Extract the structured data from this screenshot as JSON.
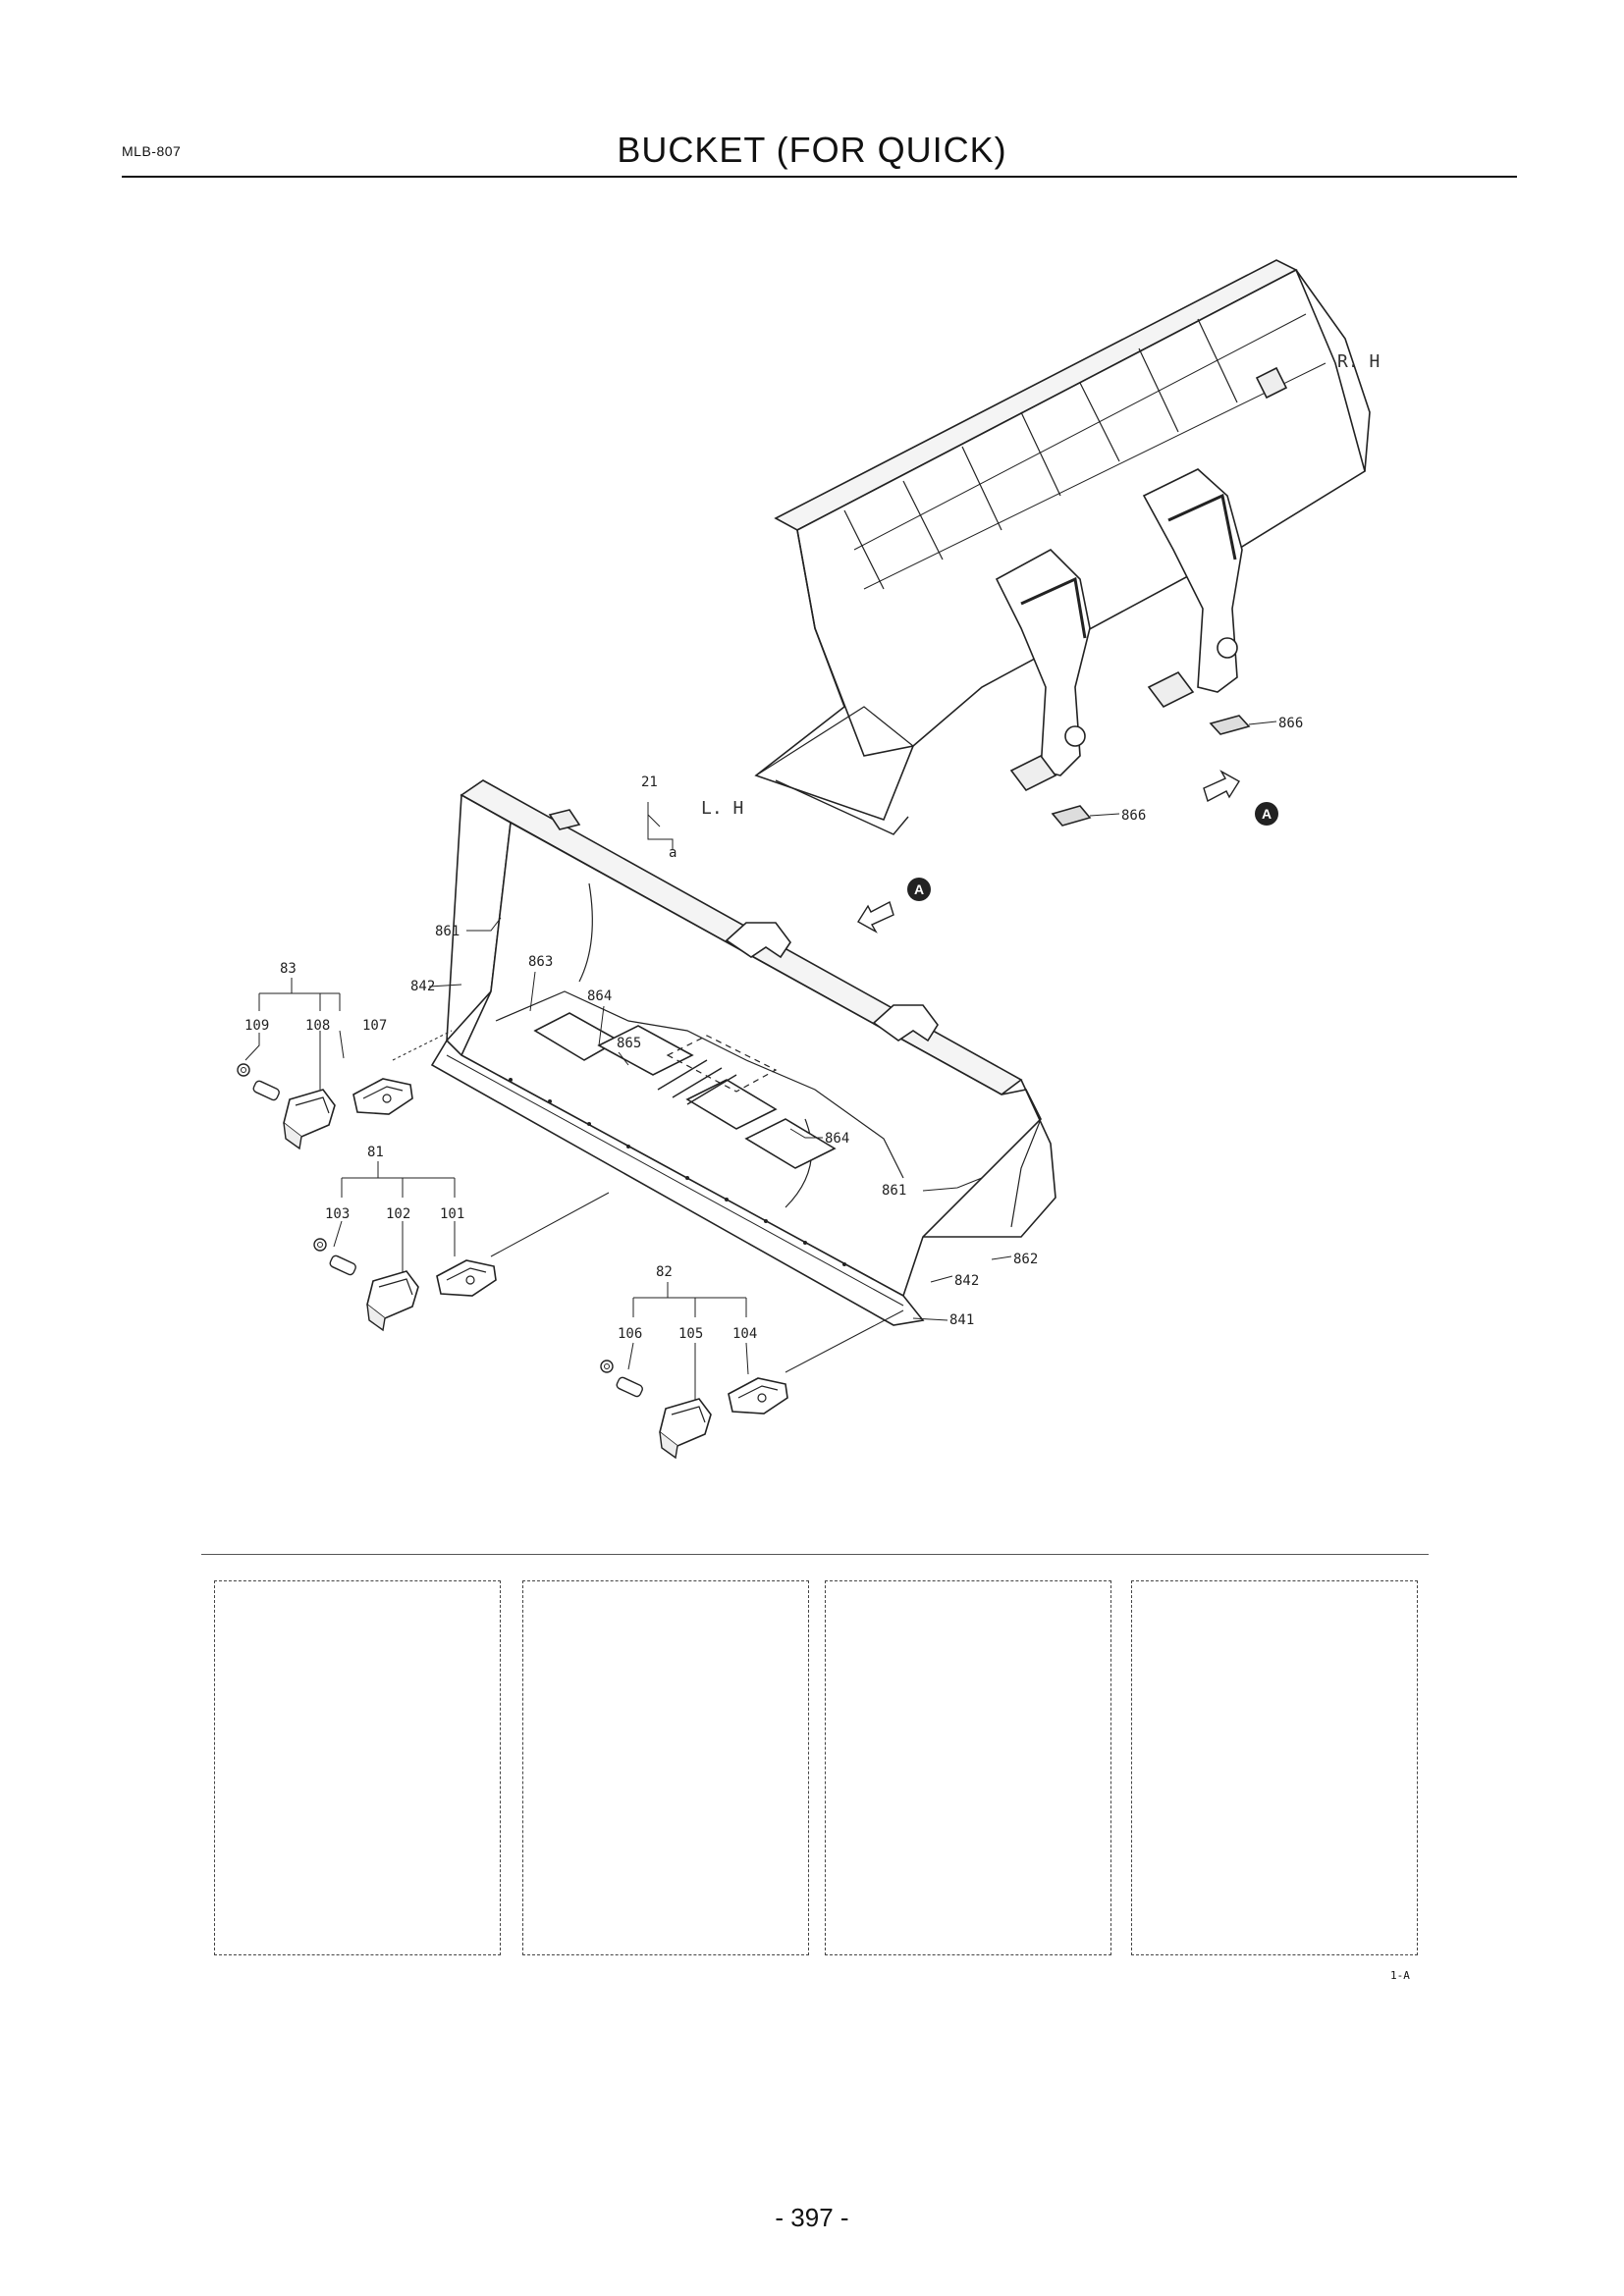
{
  "header": {
    "code": "MLB-807",
    "title": "BUCKET (FOR QUICK)"
  },
  "diagram": {
    "side_labels": {
      "right": "R. H",
      "left": "L. H"
    },
    "callout": "A",
    "part_labels": {
      "p21": "21",
      "pa": "a",
      "p866a": "866",
      "p866b": "866",
      "p861a": "861",
      "p842a": "842",
      "p863": "863",
      "p864a": "864",
      "p865": "865",
      "p864b": "864",
      "p861b": "861",
      "p862": "862",
      "p842b": "842",
      "p841": "841",
      "g83": "83",
      "p109": "109",
      "p108": "108",
      "p107": "107",
      "g81": "81",
      "p103": "103",
      "p102": "102",
      "p101": "101",
      "g82": "82",
      "p106": "106",
      "p105": "105",
      "p104": "104"
    }
  },
  "footer": {
    "figure_code": "1-A",
    "page_number": "- 397 -"
  }
}
